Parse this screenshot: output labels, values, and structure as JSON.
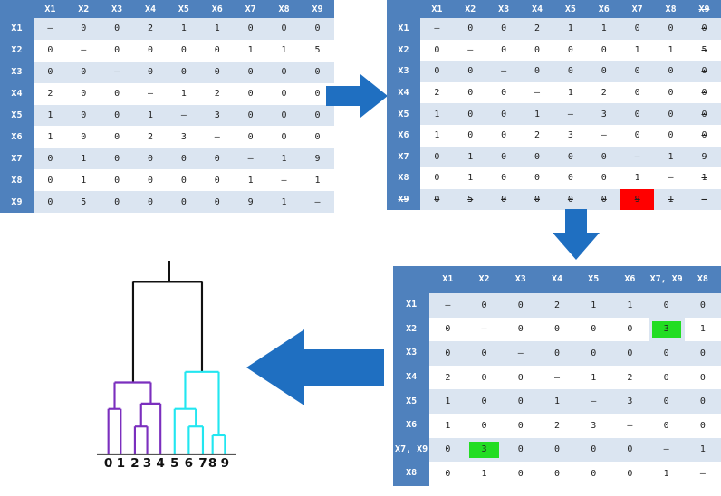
{
  "matrix1": {
    "headers": [
      "X1",
      "X2",
      "X3",
      "X4",
      "X5",
      "X6",
      "X7",
      "X8",
      "X9"
    ],
    "rows": [
      {
        "label": "X1",
        "cells": [
          "–",
          "0",
          "0",
          "2",
          "1",
          "1",
          "0",
          "0",
          "0"
        ]
      },
      {
        "label": "X2",
        "cells": [
          "0",
          "–",
          "0",
          "0",
          "0",
          "0",
          "1",
          "1",
          "5"
        ]
      },
      {
        "label": "X3",
        "cells": [
          "0",
          "0",
          "–",
          "0",
          "0",
          "0",
          "0",
          "0",
          "0"
        ]
      },
      {
        "label": "X4",
        "cells": [
          "2",
          "0",
          "0",
          "–",
          "1",
          "2",
          "0",
          "0",
          "0"
        ]
      },
      {
        "label": "X5",
        "cells": [
          "1",
          "0",
          "0",
          "1",
          "–",
          "3",
          "0",
          "0",
          "0"
        ]
      },
      {
        "label": "X6",
        "cells": [
          "1",
          "0",
          "0",
          "2",
          "3",
          "–",
          "0",
          "0",
          "0"
        ]
      },
      {
        "label": "X7",
        "cells": [
          "0",
          "1",
          "0",
          "0",
          "0",
          "0",
          "–",
          "1",
          "9"
        ]
      },
      {
        "label": "X8",
        "cells": [
          "0",
          "1",
          "0",
          "0",
          "0",
          "0",
          "1",
          "–",
          "1"
        ]
      },
      {
        "label": "X9",
        "cells": [
          "0",
          "5",
          "0",
          "0",
          "0",
          "0",
          "9",
          "1",
          "–"
        ]
      }
    ]
  },
  "matrix2": {
    "headers": [
      "X1",
      "X2",
      "X3",
      "X4",
      "X5",
      "X6",
      "X7",
      "X8",
      "X9"
    ],
    "rows": [
      {
        "label": "X1",
        "cells": [
          "–",
          "0",
          "0",
          "2",
          "1",
          "1",
          "0",
          "0",
          "0"
        ]
      },
      {
        "label": "X2",
        "cells": [
          "0",
          "–",
          "0",
          "0",
          "0",
          "0",
          "1",
          "1",
          "5"
        ]
      },
      {
        "label": "X3",
        "cells": [
          "0",
          "0",
          "–",
          "0",
          "0",
          "0",
          "0",
          "0",
          "0"
        ]
      },
      {
        "label": "X4",
        "cells": [
          "2",
          "0",
          "0",
          "–",
          "1",
          "2",
          "0",
          "0",
          "0"
        ]
      },
      {
        "label": "X5",
        "cells": [
          "1",
          "0",
          "0",
          "1",
          "–",
          "3",
          "0",
          "0",
          "0"
        ]
      },
      {
        "label": "X6",
        "cells": [
          "1",
          "0",
          "0",
          "2",
          "3",
          "–",
          "0",
          "0",
          "0"
        ]
      },
      {
        "label": "X7",
        "cells": [
          "0",
          "1",
          "0",
          "0",
          "0",
          "0",
          "–",
          "1",
          "9"
        ]
      },
      {
        "label": "X8",
        "cells": [
          "0",
          "1",
          "0",
          "0",
          "0",
          "0",
          "1",
          "–",
          "1"
        ]
      },
      {
        "label": "X9",
        "cells": [
          "0",
          "5",
          "0",
          "0",
          "0",
          "0",
          "9",
          "1",
          "–"
        ]
      }
    ]
  },
  "matrix3": {
    "headers": [
      "X1",
      "X2",
      "X3",
      "X4",
      "X5",
      "X6",
      "X7, X9",
      "X8"
    ],
    "rows": [
      {
        "label": "X1",
        "cells": [
          "–",
          "0",
          "0",
          "2",
          "1",
          "1",
          "0",
          "0"
        ]
      },
      {
        "label": "X2",
        "cells": [
          "0",
          "–",
          "0",
          "0",
          "0",
          "0",
          "3",
          "1"
        ]
      },
      {
        "label": "X3",
        "cells": [
          "0",
          "0",
          "–",
          "0",
          "0",
          "0",
          "0",
          "0"
        ]
      },
      {
        "label": "X4",
        "cells": [
          "2",
          "0",
          "0",
          "–",
          "1",
          "2",
          "0",
          "0"
        ]
      },
      {
        "label": "X5",
        "cells": [
          "1",
          "0",
          "0",
          "1",
          "–",
          "3",
          "0",
          "0"
        ]
      },
      {
        "label": "X6",
        "cells": [
          "1",
          "0",
          "0",
          "2",
          "3",
          "–",
          "0",
          "0"
        ]
      },
      {
        "label": "X7, X9",
        "cells": [
          "0",
          "3",
          "0",
          "0",
          "0",
          "0",
          "–",
          "1"
        ]
      },
      {
        "label": "X8",
        "cells": [
          "0",
          "1",
          "0",
          "0",
          "0",
          "0",
          "1",
          "–"
        ]
      }
    ]
  },
  "dendrogram": {
    "leaves": [
      "0",
      "1",
      "2",
      "3",
      "4",
      "5",
      "6",
      "7",
      "8",
      "9"
    ],
    "colors": {
      "root": "#111111",
      "left_cluster": "#7b2fbe",
      "right_cluster": "#22e6f0"
    }
  },
  "colors": {
    "header": "#4f81bd",
    "band": "#dbe5f1",
    "highlight_red": "#ff0000",
    "highlight_green": "#22dd22",
    "arrow": "#1f6fc1"
  }
}
